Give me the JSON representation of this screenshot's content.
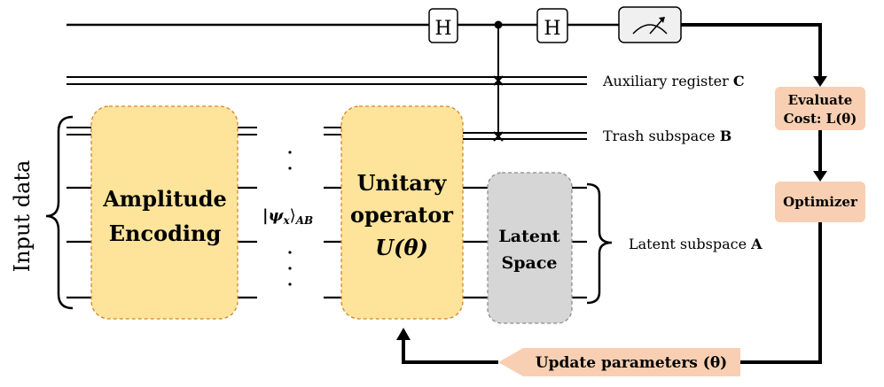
{
  "gates": {
    "h1": "H",
    "h2": "H"
  },
  "registers": {
    "auxiliary_prefix": "Auxiliary register ",
    "auxiliary_letter": "C",
    "trash_prefix": "Trash subspace ",
    "trash_letter": "B",
    "latent_prefix": "Latent subspace ",
    "latent_letter": "A"
  },
  "input_label": "Input data",
  "blocks": {
    "amplitude_line1": "Amplitude",
    "amplitude_line2": "Encoding",
    "unitary_line1": "Unitary",
    "unitary_line2": "operator",
    "unitary_symbol": "U(θ)",
    "latent_line1": "Latent",
    "latent_line2": "Space"
  },
  "state": {
    "ket": "|ψ",
    "sub_x": "x",
    "close": "⟩",
    "sub_ab": "AB"
  },
  "control": {
    "evaluate_line1": "Evaluate",
    "evaluate_line2": "Cost: L(θ)",
    "optimizer": "Optimizer",
    "update": "Update parameters (θ)"
  },
  "colors": {
    "block_yellow": "#fde49a",
    "block_yellow_border": "#d9822b",
    "block_gray": "#d6d6d6",
    "block_gray_border": "#8c8c8c",
    "peach": "#f8cfb2",
    "line": "#000000"
  },
  "icons": {
    "meter": "measurement-meter-icon"
  }
}
